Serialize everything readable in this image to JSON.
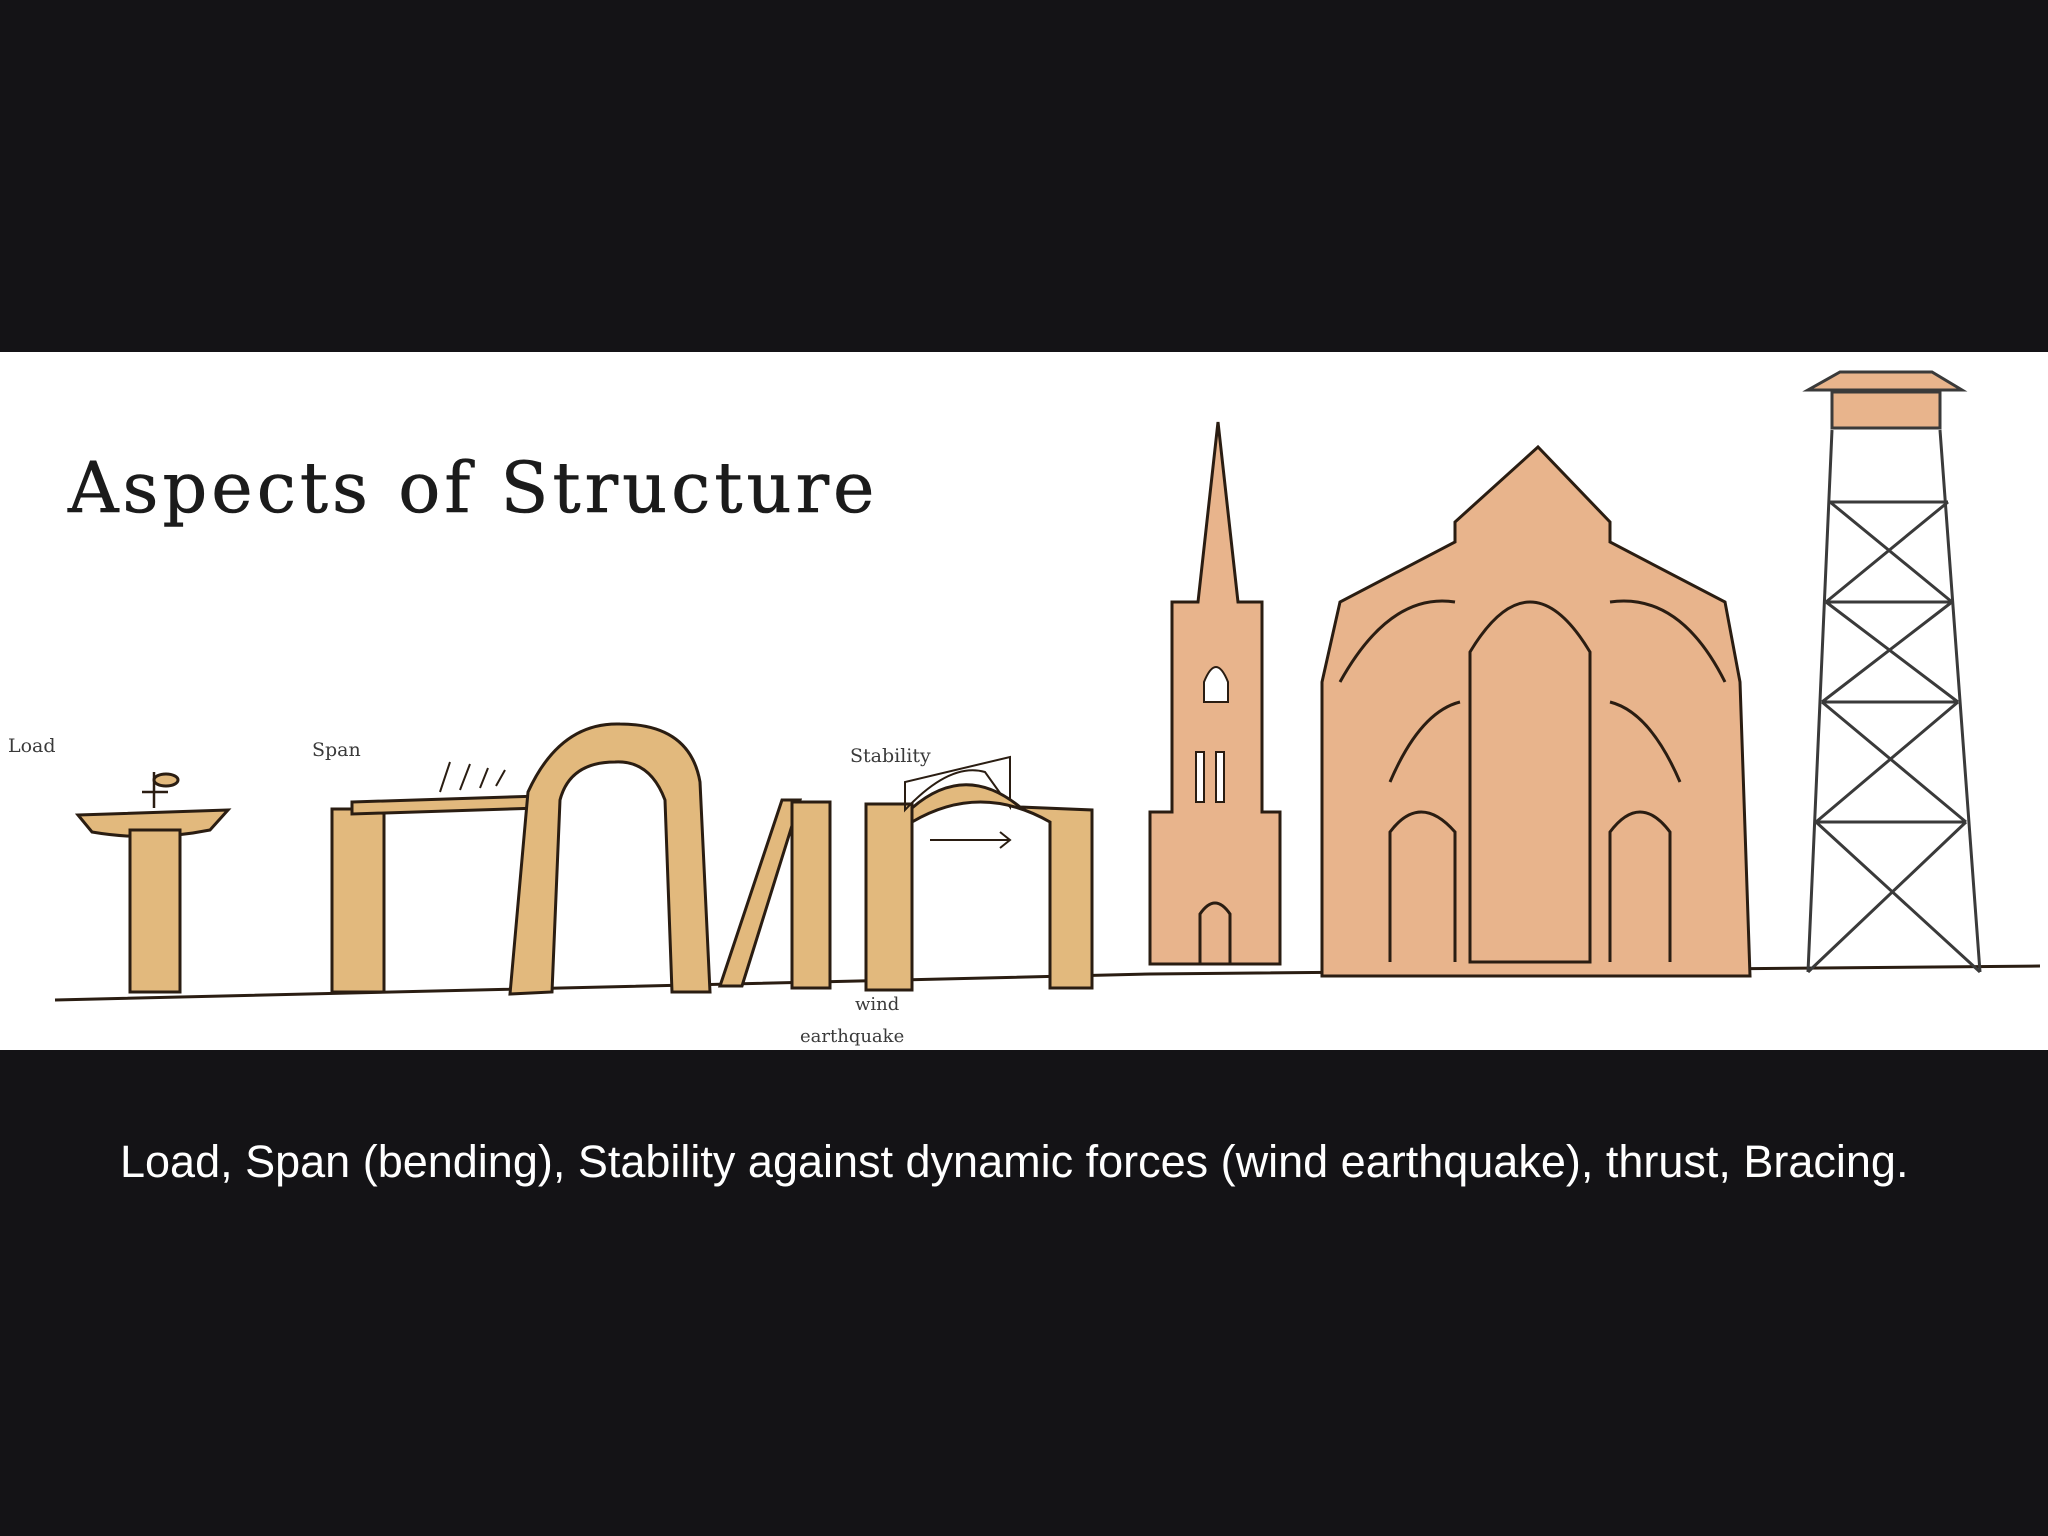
{
  "illustration": {
    "title": "Aspects of Structure",
    "labels": {
      "load": "Load",
      "span": "Span",
      "stability": "Stability",
      "wind": "wind",
      "earthquake": "earthquake"
    }
  },
  "caption": "Load, Span (bending), Stability against dynamic forces (wind earthquake), thrust, Bracing.",
  "colors": {
    "background": "#141316",
    "stone": "#e2b97d",
    "cathedral": "#e8b48c",
    "ink": "#2a1d12",
    "caption_text": "#ffffff"
  }
}
